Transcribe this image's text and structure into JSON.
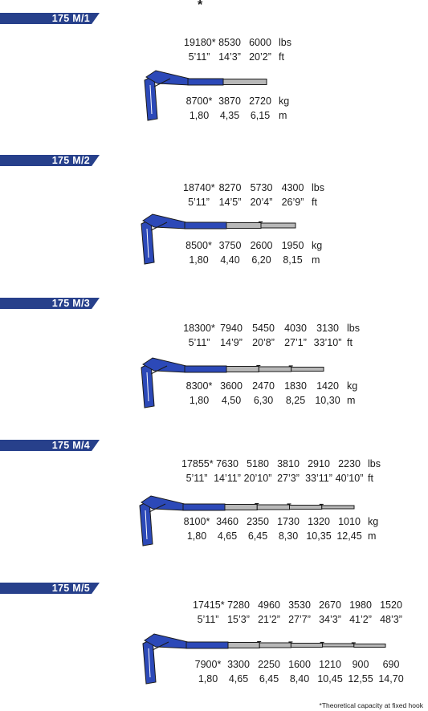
{
  "top_marker": "*",
  "footnote": "*Theoretical capacity at fixed hook",
  "models": [
    {
      "name": "175 M/1",
      "lbs": [
        "19180*",
        "8530",
        "6000"
      ],
      "lbs_unit": "lbs",
      "ft": [
        "5’11”",
        "14’3”",
        "20’2”"
      ],
      "ft_unit": "ft",
      "kg": [
        "8700*",
        "3870",
        "2720"
      ],
      "kg_unit": "kg",
      "m": [
        "1,80",
        "4,35",
        "6,15"
      ],
      "m_unit": "m"
    },
    {
      "name": "175 M/2",
      "lbs": [
        "18740*",
        "8270",
        "5730",
        "4300"
      ],
      "lbs_unit": "lbs",
      "ft": [
        "5’11”",
        "14’5”",
        "20’4”",
        "26’9”"
      ],
      "ft_unit": "ft",
      "kg": [
        "8500*",
        "3750",
        "2600",
        "1950"
      ],
      "kg_unit": "kg",
      "m": [
        "1,80",
        "4,40",
        "6,20",
        "8,15"
      ],
      "m_unit": "m"
    },
    {
      "name": "175 M/3",
      "lbs": [
        "18300*",
        "7940",
        "5450",
        "4030",
        "3130"
      ],
      "lbs_unit": "lbs",
      "ft": [
        "5’11”",
        "14’9”",
        "20’8”",
        "27’1”",
        "33’10”"
      ],
      "ft_unit": "ft",
      "kg": [
        "8300*",
        "3600",
        "2470",
        "1830",
        "1420"
      ],
      "kg_unit": "kg",
      "m": [
        "1,80",
        "4,50",
        "6,30",
        "8,25",
        "10,30"
      ],
      "m_unit": "m"
    },
    {
      "name": "175 M/4",
      "lbs": [
        "17855*",
        "7630",
        "5180",
        "3810",
        "2910",
        "2230"
      ],
      "lbs_unit": "lbs",
      "ft": [
        "5’11”",
        "14’11”",
        "20’10”",
        "27’3”",
        "33’11”",
        "40’10”"
      ],
      "ft_unit": "ft",
      "kg": [
        "8100*",
        "3460",
        "2350",
        "1730",
        "1320",
        "1010"
      ],
      "kg_unit": "kg",
      "m": [
        "1,80",
        "4,65",
        "6,45",
        "8,30",
        "10,35",
        "12,45"
      ],
      "m_unit": "m"
    },
    {
      "name": "175 M/5",
      "lbs": [
        "17415*",
        "7280",
        "4960",
        "3530",
        "2670",
        "1980",
        "1520"
      ],
      "lbs_unit": "",
      "ft": [
        "5’11”",
        "15’3”",
        "21’2”",
        "27’7”",
        "34’3”",
        "41’2”",
        "48’3”"
      ],
      "ft_unit": "",
      "kg": [
        "7900*",
        "3300",
        "2250",
        "1600",
        "1210",
        "900",
        "690"
      ],
      "kg_unit": "",
      "m": [
        "1,80",
        "4,65",
        "6,45",
        "8,40",
        "10,45",
        "12,55",
        "14,70"
      ],
      "m_unit": ""
    }
  ],
  "colors": {
    "tag": "#27408b",
    "crane_blue": "#2c49b8",
    "extension_grey": "#b8b8b8",
    "outline": "#1a1a1a"
  }
}
